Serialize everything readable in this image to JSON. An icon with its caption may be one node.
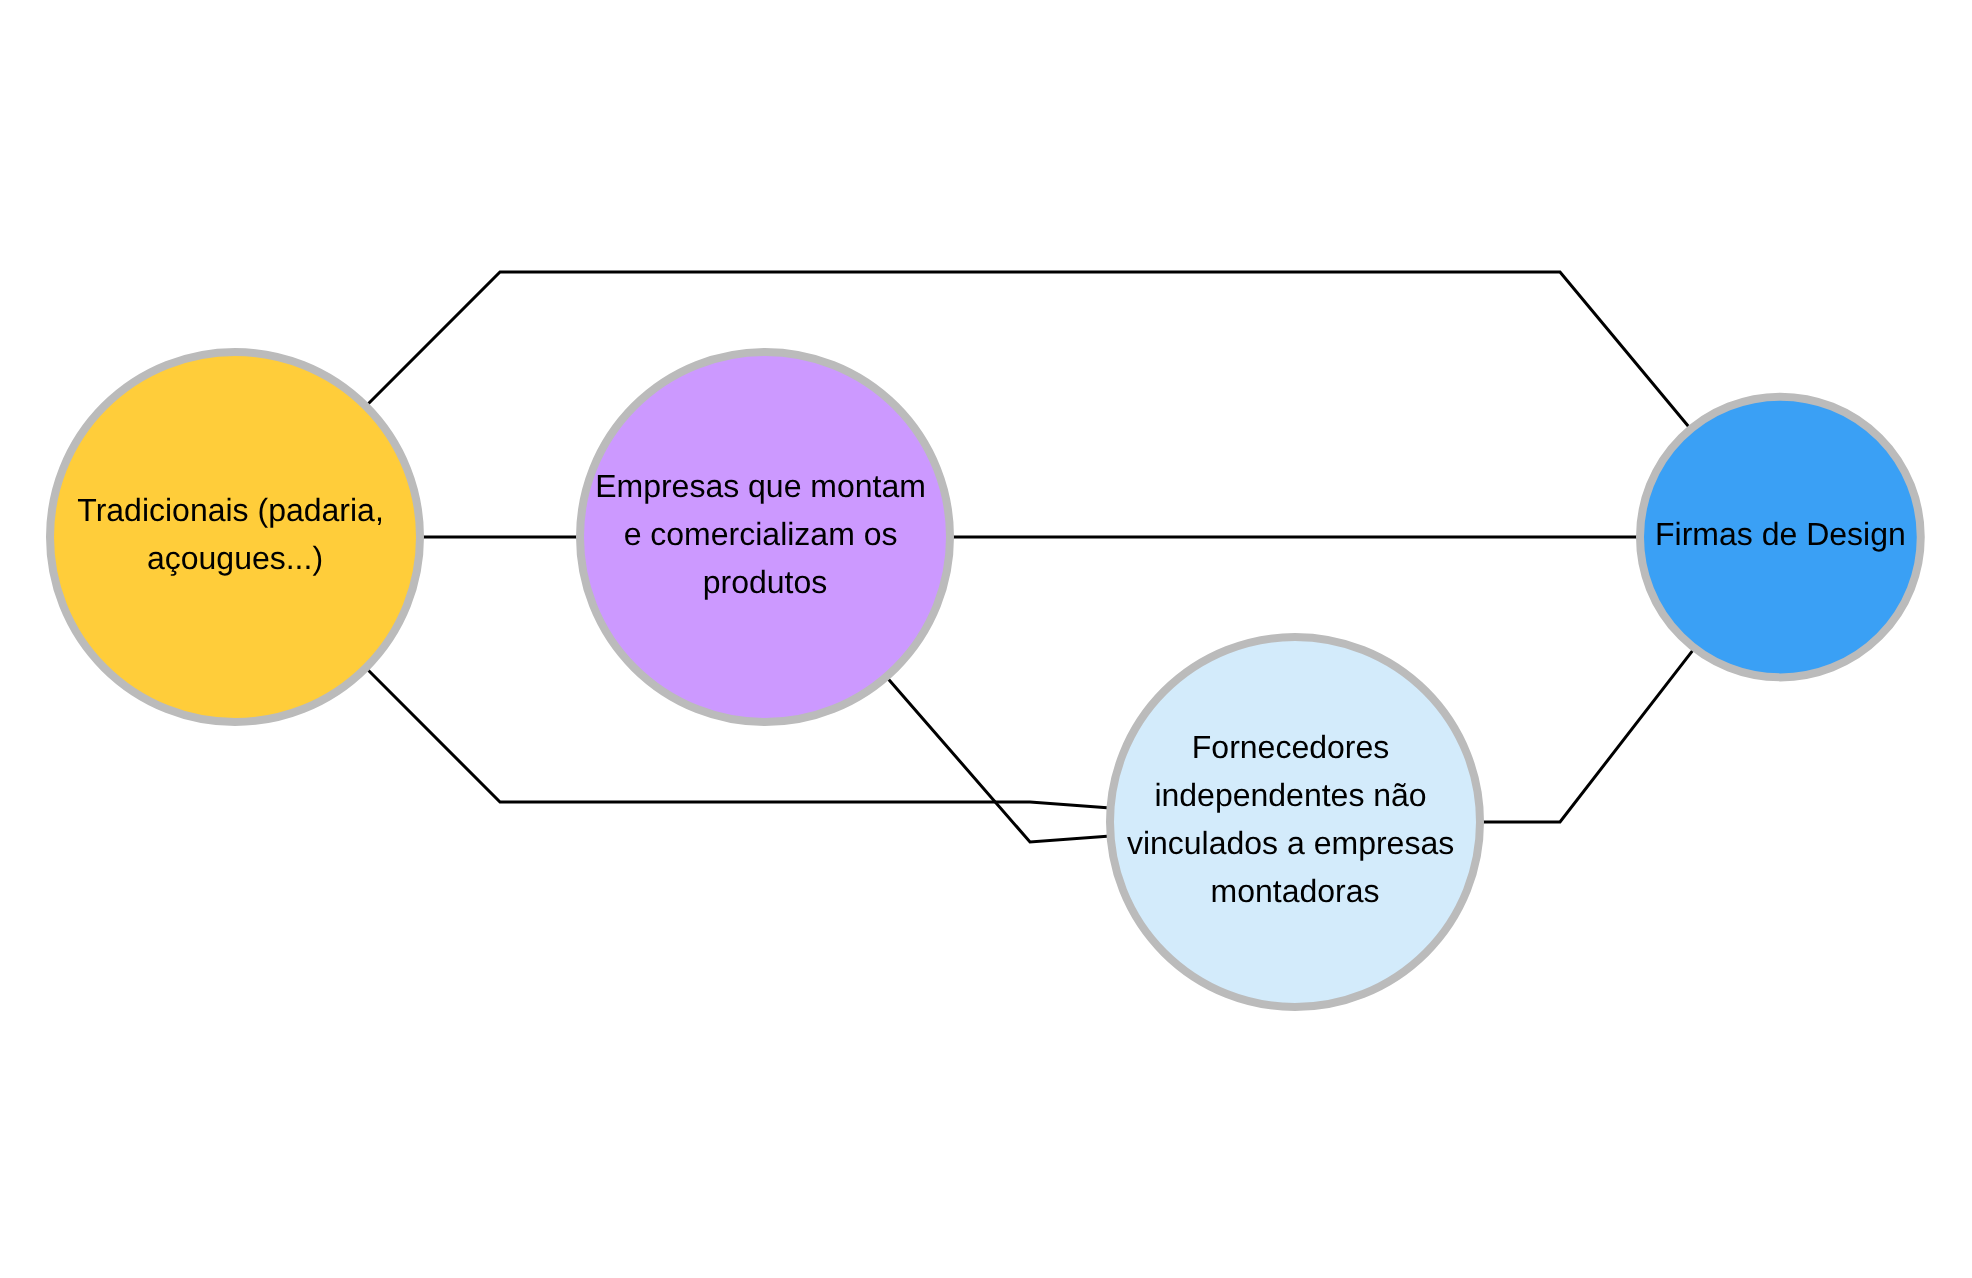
{
  "diagram": {
    "nodes": [
      {
        "text": [
          "Tradicionais (padaria, açougues...)"
        ]
      },
      {
        "text": [
          "Empresas que montam e comercializam os produtos"
        ]
      },
      {
        "text": [
          "Fornecedores independentes não vinculados a empresas montadoras"
        ]
      },
      {
        "text": [
          "Firmas de Design"
        ]
      }
    ],
    "edges": [
      {
        "from": 0,
        "to": 1,
        "arrow": "none"
      },
      {
        "from": 0,
        "to": 3,
        "arrow": "none"
      },
      {
        "from": 0,
        "to": 2,
        "arrow": "none"
      },
      {
        "from": 1,
        "to": 2,
        "arrow": "none"
      },
      {
        "from": 1,
        "to": 3,
        "arrow": "none"
      },
      {
        "from": 2,
        "to": 3,
        "arrow": "none"
      }
    ]
  }
}
